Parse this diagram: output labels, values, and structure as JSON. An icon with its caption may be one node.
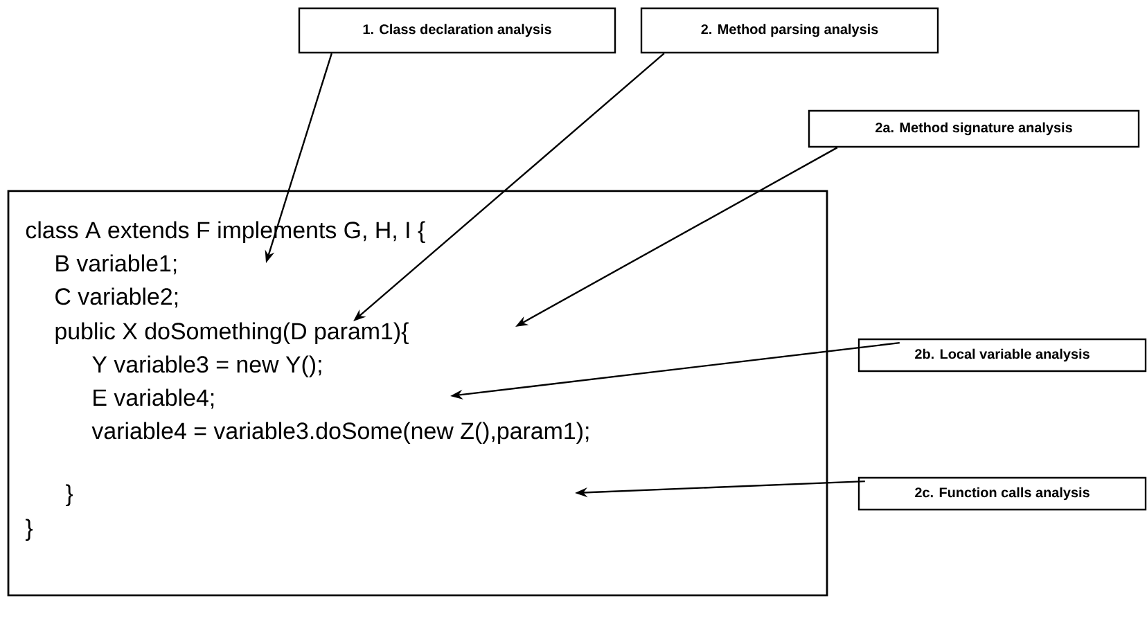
{
  "diagram": {
    "nodes": [
      {
        "text": [
          "class A extends F implements G, H, I {",
          "B variable1;",
          "C variable2;",
          "public X doSomething(D param1){",
          "Y variable3 = new Y();",
          "E variable4;",
          "variable4 = variable3.doSome(new Z(),param1);",
          "}",
          "}"
        ]
      },
      {
        "text": [
          "1. Class declaration analysis"
        ]
      },
      {
        "text": [
          "2. Method parsing analysis"
        ]
      },
      {
        "text": [
          "2a. Method signature analysis"
        ]
      },
      {
        "text": [
          "2b. Local variable analysis"
        ]
      },
      {
        "text": [
          "2c. Function calls analysis"
        ]
      }
    ],
    "edges": [
      {
        "from": 1,
        "to": 0,
        "arrow": "to"
      },
      {
        "from": 2,
        "to": 0,
        "arrow": "to"
      },
      {
        "from": 3,
        "to": 0,
        "arrow": "to"
      },
      {
        "from": 4,
        "to": 0,
        "arrow": "to"
      },
      {
        "from": 5,
        "to": 0,
        "arrow": "to"
      }
    ]
  }
}
